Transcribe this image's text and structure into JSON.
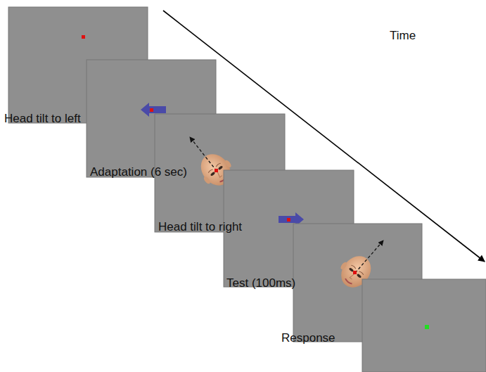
{
  "diagram": {
    "labels": [
      "Time",
      "Head tilt to left",
      "Adaptation (6 sec)",
      "Head tilt to right",
      "Test (100ms)",
      "Response"
    ]
  }
}
